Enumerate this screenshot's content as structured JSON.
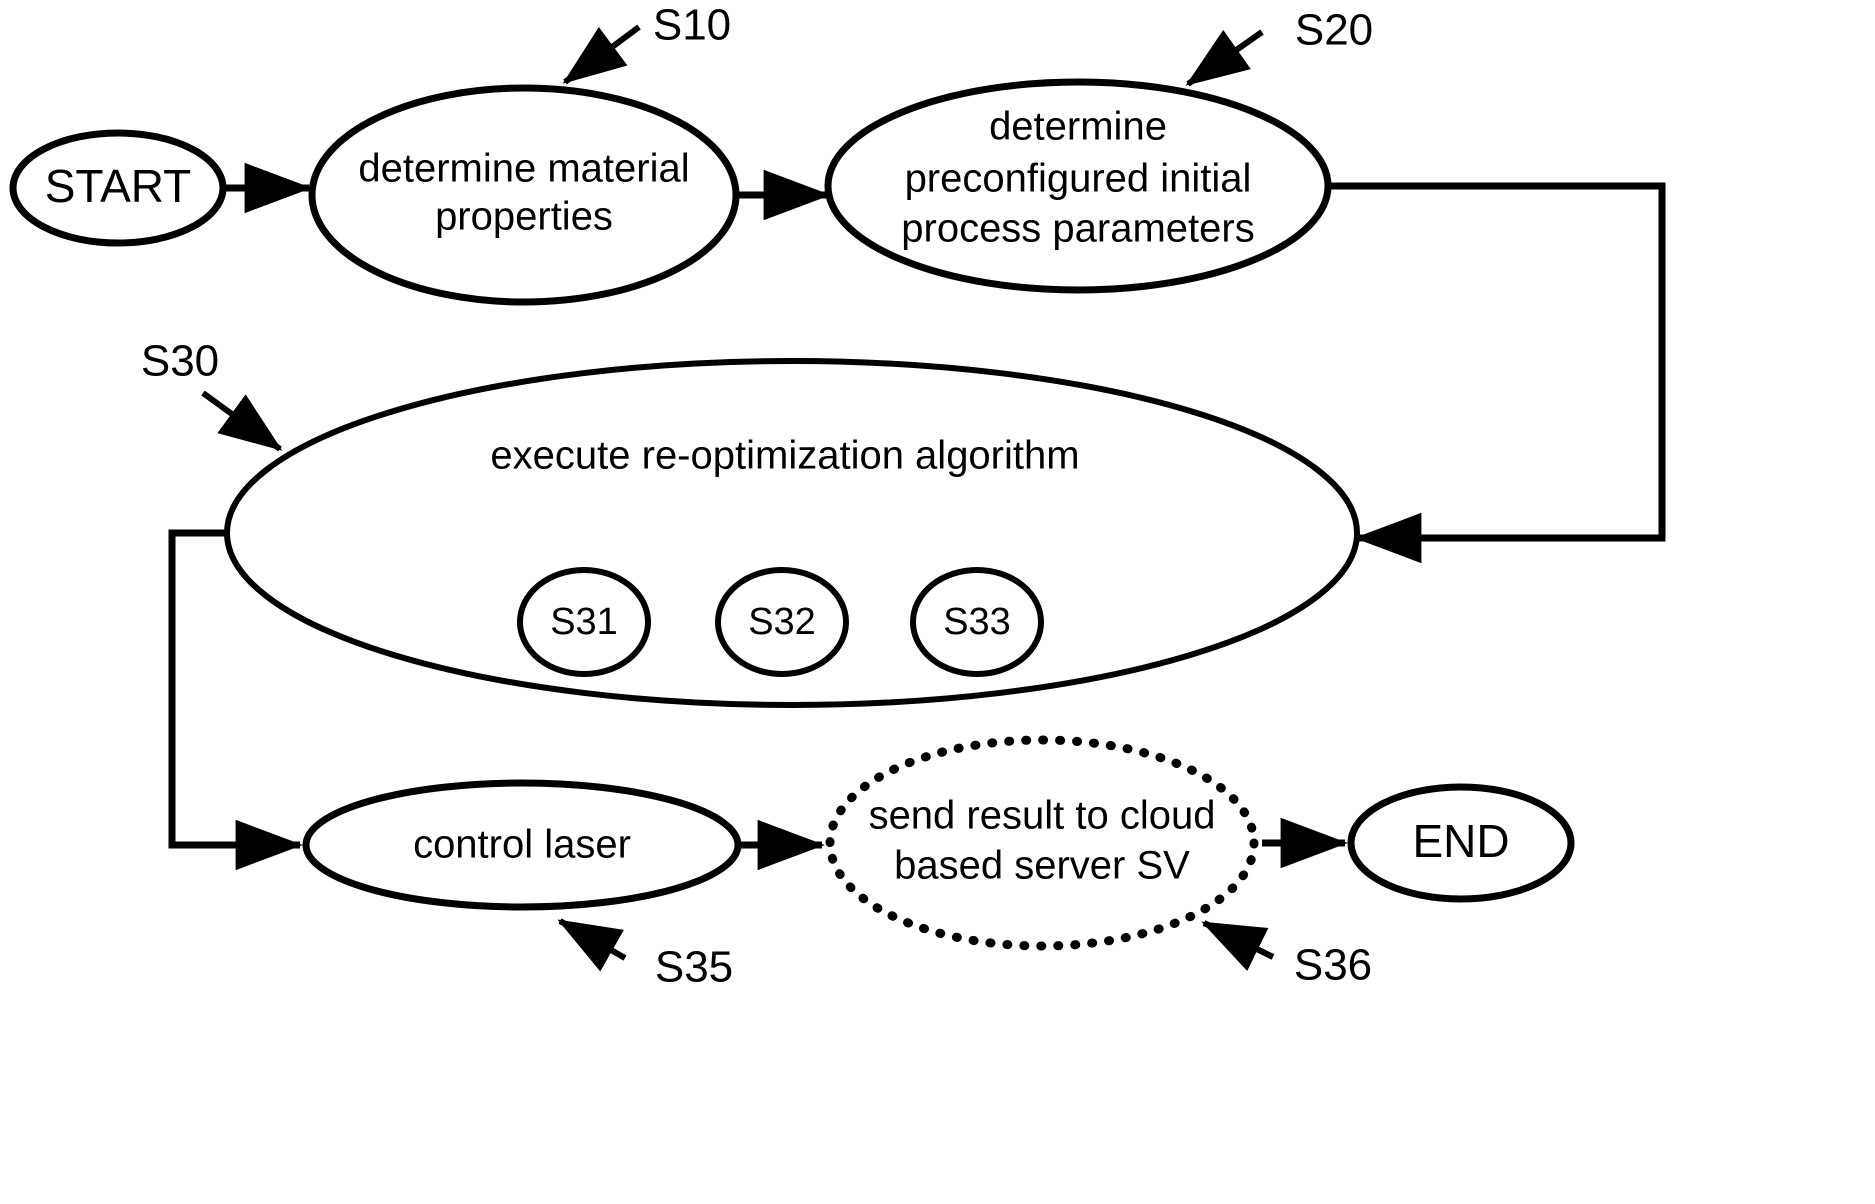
{
  "diagram": {
    "kind": "process-flowchart",
    "background_color": "#ffffff",
    "stroke_color": "#000000",
    "nodes": {
      "start": {
        "label": "START"
      },
      "s10": {
        "label_line1": "determine material",
        "label_line2": "properties"
      },
      "s20": {
        "label_line1": "determine",
        "label_line2": "preconfigured initial",
        "label_line3": "process parameters"
      },
      "s30": {
        "label": "execute re-optimization algorithm"
      },
      "s31": {
        "label": "S31"
      },
      "s32": {
        "label": "S32"
      },
      "s33": {
        "label": "S33"
      },
      "s35": {
        "label": "control laser"
      },
      "s36": {
        "label_line1": "send result to cloud",
        "label_line2": "based server SV"
      },
      "end": {
        "label": "END"
      }
    },
    "reference_labels": {
      "s10": "S10",
      "s20": "S20",
      "s30": "S30",
      "s35": "S35",
      "s36": "S36"
    }
  }
}
